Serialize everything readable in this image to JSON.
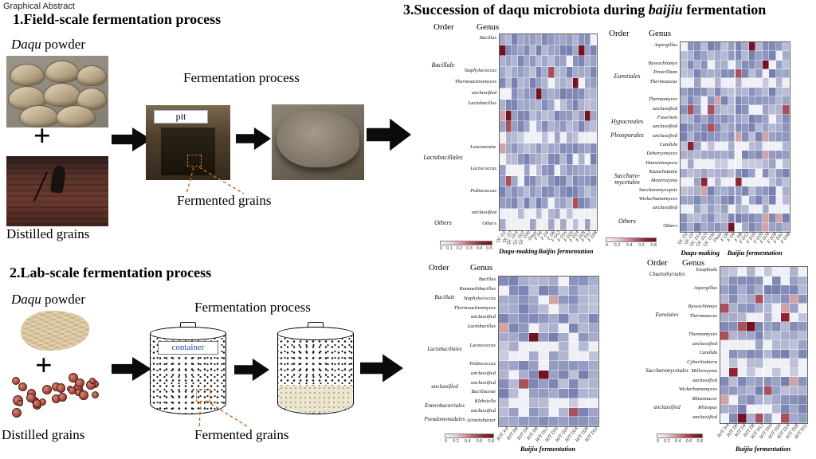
{
  "page": {
    "corner_label": "Graphical Abstract"
  },
  "section1": {
    "title": "1.Field-scale fermentation process",
    "daqu_italic": "Daqu",
    "daqu_rest": " powder",
    "plus": "+",
    "distilled_grains": "Distilled grains",
    "fermentation_process": "Fermentation process",
    "pit_label": "pit",
    "fermented_grains": "Fermented grains"
  },
  "section2": {
    "title": "2.Lab-scale fermentation process",
    "daqu_italic": "Daqu",
    "daqu_rest": " powder",
    "plus": "+",
    "distilled_grains": "Distilled grains",
    "fermentation_process": "Fermentation process",
    "container_label": "container",
    "fermented_grains": "Fermented grains"
  },
  "section3": {
    "title_pre": "3.Succession of daqu microbiota during ",
    "title_italic": "baijiu",
    "title_post": " fermentation"
  },
  "chart_data": [
    {
      "type": "heatmap",
      "name": "field-scale-bacterial-community",
      "order_header": "Order",
      "genus_header": "Genus",
      "groups": [
        {
          "label": "Bacillale",
          "span": 6
        },
        {
          "label": "Lactobacillales",
          "span": 11
        },
        {
          "label": "Others",
          "span": 1
        }
      ],
      "rows": [
        "Bacillus",
        "",
        "",
        "Staphylococcus",
        "Thermoactinomyces",
        "unclassified",
        "Lactobacillus",
        "",
        "",
        "",
        "Leuconostoc",
        "",
        "Lactococcus",
        "",
        "Pediococcus",
        "",
        "unclassified",
        "Others"
      ],
      "x_groups": [
        {
          "label": "Daqu-making",
          "cols": 6,
          "ticks": [
            "QC D1",
            "QC D7",
            "QC D14",
            "QC D21",
            "QC D30",
            "Daqu"
          ]
        },
        {
          "label": "Baijiu fermentation",
          "cols": 10,
          "ticks": [
            "F D0",
            "F D4",
            "F D8",
            "F D12",
            "F D16",
            "F D20",
            "F D24",
            "F D28",
            "F D32",
            "F D38"
          ]
        }
      ],
      "colorbar_ticks": [
        "0",
        "0.1",
        "0.2",
        "0.3",
        "0.4",
        "0.5"
      ],
      "seed": 11
    },
    {
      "type": "heatmap",
      "name": "field-scale-fungal-community",
      "order_header": "Order",
      "genus_header": "Genus",
      "groups": [
        {
          "label": "Eurotiales",
          "span": 8
        },
        {
          "label": "Hypocreales",
          "span": 2
        },
        {
          "label": "Pleosporales",
          "span": 1
        },
        {
          "label": "Saccharo-mycetales",
          "span": 8
        },
        {
          "label": "Others",
          "span": 2
        }
      ],
      "rows": [
        "Aspergillus",
        "",
        "Byssochlamys",
        "Penicillium",
        "Thermoascus",
        "",
        "Thermomyces",
        "unclassified",
        "Fusarium",
        "unclassified",
        "unclassified",
        "Candida",
        "Debaryomyces",
        "Hanseniaspora",
        "Kazachstania",
        "Meyerozyma",
        "Saccharomycopsis",
        "Wickerhamomyces",
        "unclassified",
        "",
        "Others"
      ],
      "x_groups": [
        {
          "label": "Daqu-making",
          "cols": 6,
          "ticks": [
            "QC D1",
            "QC D7",
            "QC D14",
            "QC D21",
            "QC D30",
            "Daqu"
          ]
        },
        {
          "label": "Baijiu fermentation",
          "cols": 10,
          "ticks": [
            "F D0",
            "F D4",
            "F D8",
            "F D12",
            "F D16",
            "F D20",
            "F D24",
            "F D28",
            "F D32",
            "F D38"
          ]
        }
      ],
      "colorbar_ticks": [
        "0",
        "0.2",
        "0.4",
        "0.6",
        "0.8"
      ],
      "seed": 23
    },
    {
      "type": "heatmap",
      "name": "lab-scale-bacterial-community",
      "order_header": "Order",
      "genus_header": "Genus",
      "groups": [
        {
          "label": "Bacillale",
          "span": 5
        },
        {
          "label": "Lactobacillales",
          "span": 6
        },
        {
          "label": "unclassified",
          "span": 2
        },
        {
          "label": "Enterobacteriales",
          "span": 2
        },
        {
          "label": "Pseudomonadales",
          "span": 1
        }
      ],
      "rows": [
        "Bacillus",
        "Rummeliibacillus",
        "Staphylococcus",
        "Thermoactinomyces",
        "unclassified",
        "Lactobacillus",
        "",
        "Lactococcus",
        "",
        "Pediococcus",
        "unclassified",
        "unclassified",
        "Bacillaceae",
        "Klebsiella",
        "unclassified",
        "Acinetobacter"
      ],
      "x_groups": [
        {
          "label": "Baijiu fermentation",
          "cols": 10,
          "ticks": [
            "HJT 3rd",
            "HJT D0",
            "HJT D4",
            "HJT D8",
            "HJT D12",
            "HJT D16",
            "HJT D20",
            "HJT D24",
            "HJT D28",
            "HJT D32"
          ]
        }
      ],
      "colorbar_ticks": [
        "0",
        "0.2",
        "0.4",
        "0.6",
        "0.8"
      ],
      "seed": 5
    },
    {
      "type": "heatmap",
      "name": "lab-scale-fungal-community",
      "order_header": "Order",
      "genus_header": "Genus",
      "groups": [
        {
          "label": "Chaetothyriales",
          "span": 2
        },
        {
          "label": "Eurotiales",
          "span": 7
        },
        {
          "label": "Saccharomycetales",
          "span": 5
        },
        {
          "label": "unclassified",
          "span": 3
        }
      ],
      "rows": [
        "Exophiala",
        "",
        "Aspergillus",
        "",
        "Byssochlamys",
        "Thermoascus",
        "",
        "Thermomyces",
        "unclassified",
        "Candida",
        "Cyberlindnera",
        "Millerozyma",
        "unclassified",
        "Wickerhamomyces",
        "Rhizomucor",
        "Rhizopus",
        "unclassified"
      ],
      "x_groups": [
        {
          "label": "Baijiu fermentation",
          "cols": 10,
          "ticks": [
            "HJT 3rd",
            "HJT D0",
            "HJT D4",
            "HJT D8",
            "HJT D12",
            "HJT D16",
            "HJT D20",
            "HJT D24",
            "HJT D28",
            "HJT D32"
          ]
        }
      ],
      "colorbar_ticks": [
        "0",
        "0.2",
        "0.4",
        "0.6",
        "0.8"
      ],
      "seed": 41
    }
  ]
}
